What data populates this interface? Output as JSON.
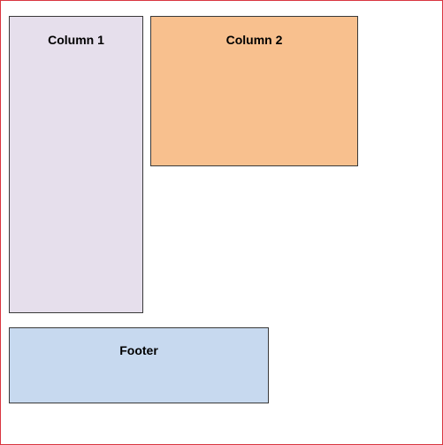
{
  "layout": {
    "column1": {
      "label": "Column 1",
      "fill": "#e6dfec"
    },
    "column2": {
      "label": "Column 2",
      "fill": "#f8c08e"
    },
    "footer": {
      "label": "Footer",
      "fill": "#c7d9ef"
    }
  },
  "colors": {
    "frame_border": "#d93640",
    "box_border": "#3a3a3a"
  }
}
